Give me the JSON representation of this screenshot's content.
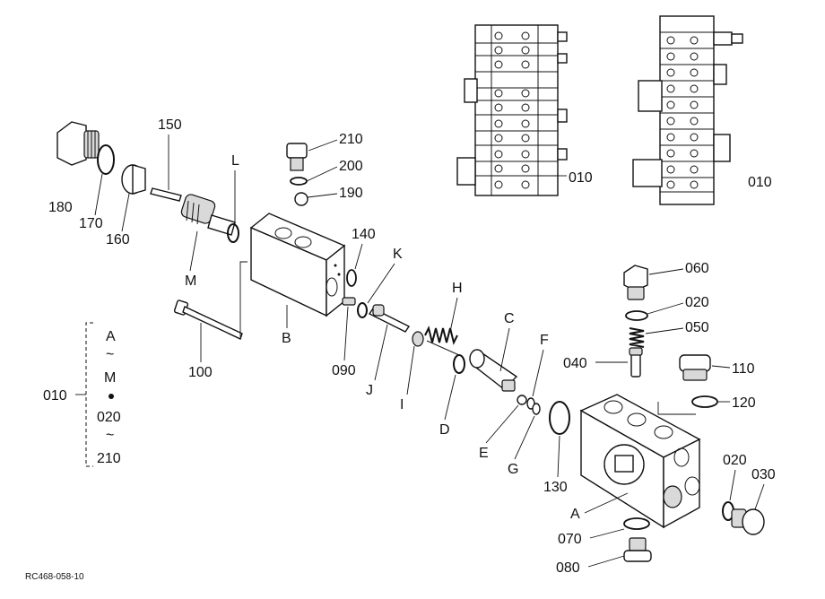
{
  "labels": {
    "p010_top_a": "010",
    "p010_top_b": "010",
    "p180": "180",
    "p170": "170",
    "p160": "160",
    "p150": "150",
    "pM": "M",
    "pL": "L",
    "p210": "210",
    "p200": "200",
    "p190": "190",
    "p140": "140",
    "pK": "K",
    "pB": "B",
    "p100": "100",
    "p090": "090",
    "pJ": "J",
    "pH": "H",
    "pI": "I",
    "pC": "C",
    "pD": "D",
    "pF": "F",
    "pE": "E",
    "pG": "G",
    "p130": "130",
    "p060": "060",
    "p020a": "020",
    "p050": "050",
    "p040": "040",
    "p110": "110",
    "p120": "120",
    "pA": "A",
    "p020b": "020",
    "p030": "030",
    "p070": "070",
    "p080": "080"
  },
  "legend": {
    "group": "010",
    "line1": "A",
    "line2": "~",
    "line3": "M",
    "line4": "020",
    "line5": "~",
    "line6": "210"
  },
  "ref_code": "RC468-058-10"
}
